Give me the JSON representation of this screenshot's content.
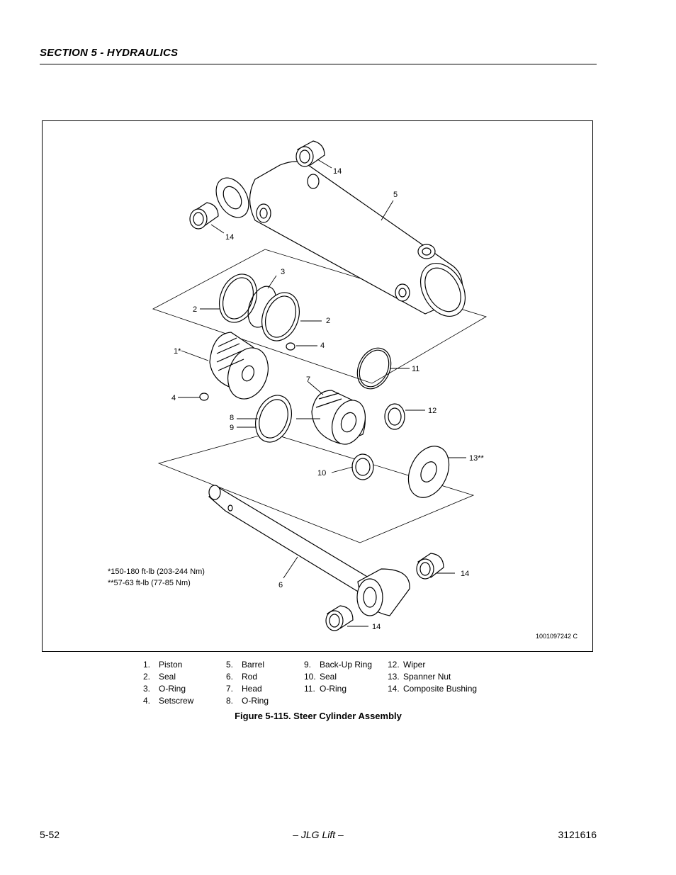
{
  "header": {
    "section_title": "SECTION 5 - HYDRAULICS"
  },
  "figure": {
    "callouts": {
      "c14a": "14",
      "c5": "5",
      "c14b": "14",
      "c3": "3",
      "c2a": "2",
      "c2b": "2",
      "c1": "1*",
      "c4a": "4",
      "c11": "11",
      "c7": "7",
      "c4b": "4",
      "c8": "8",
      "c9": "9",
      "c12": "12",
      "c13": "13**",
      "c10": "10",
      "c6": "6",
      "c14c": "14",
      "c14d": "14"
    },
    "torque_note_1": "*150-180 ft-lb (203-244 Nm)",
    "torque_note_2": "**57-63 ft-lb (77-85 Nm)",
    "drawing_number": "1001097242 C"
  },
  "legend": {
    "columns": [
      [
        {
          "num": "1.",
          "label": "Piston"
        },
        {
          "num": "2.",
          "label": "Seal"
        },
        {
          "num": "3.",
          "label": "O-Ring"
        },
        {
          "num": "4.",
          "label": "Setscrew"
        }
      ],
      [
        {
          "num": "5.",
          "label": "Barrel"
        },
        {
          "num": "6.",
          "label": "Rod"
        },
        {
          "num": "7.",
          "label": "Head"
        },
        {
          "num": "8.",
          "label": "O-Ring"
        }
      ],
      [
        {
          "num": "9.",
          "label": "Back-Up Ring"
        },
        {
          "num": "10.",
          "label": "Seal"
        },
        {
          "num": "11.",
          "label": "O-Ring"
        }
      ],
      [
        {
          "num": "12.",
          "label": "Wiper"
        },
        {
          "num": "13.",
          "label": "Spanner Nut"
        },
        {
          "num": "14.",
          "label": "Composite Bushing"
        }
      ]
    ]
  },
  "caption": "Figure 5-115.  Steer Cylinder Assembly",
  "footer": {
    "page_number": "5-52",
    "center": "– JLG Lift –",
    "doc_number": "3121616"
  }
}
